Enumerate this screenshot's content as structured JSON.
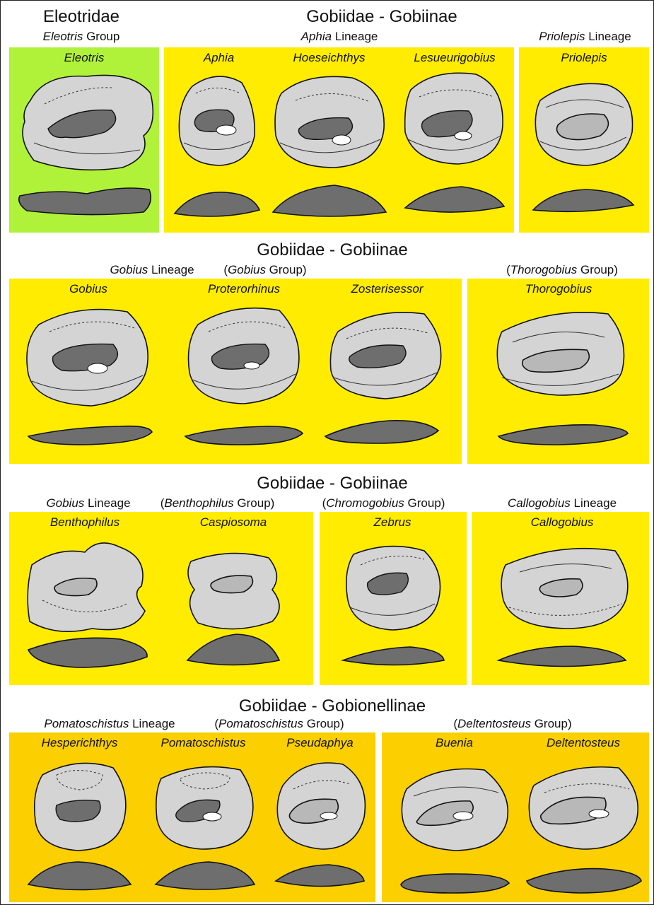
{
  "colors": {
    "green_panel": "#b0f23a",
    "yellow_panel": "#ffec00",
    "orange_panel": "#fbcf00",
    "otolith_face": "#d4d4d4",
    "sulcus_dark": "#6e6e6e",
    "sulcus_light": "#b8b8b8",
    "outline": "#111111"
  },
  "sections": {
    "s1": {
      "left_title": "Eleotridae",
      "left_group": {
        "italic": "Eleotris",
        "rest": " Group"
      },
      "title": "Gobiidae - Gobiinae",
      "aphia_lineage": {
        "italic": "Aphia",
        "rest": " Lineage"
      },
      "priolepis_lineage": {
        "italic": "Priolepis",
        "rest": " Lineage"
      }
    },
    "s2": {
      "title": "Gobiidae - Gobiinae",
      "gobius_lineage": {
        "italic": "Gobius",
        "rest": " Lineage"
      },
      "gobius_group": {
        "pre": "(",
        "italic": "Gobius",
        "rest": " Group)"
      },
      "thorogobius_group": {
        "pre": "(",
        "italic": "Thorogobius",
        "rest": " Group)"
      }
    },
    "s3": {
      "title": "Gobiidae - Gobiinae",
      "gobius_lineage": {
        "italic": "Gobius",
        "rest": " Lineage"
      },
      "benthophilus_group": {
        "pre": "(",
        "italic": "Benthophilus",
        "rest": " Group)"
      },
      "chromogobius_group": {
        "pre": "(",
        "italic": "Chromogobius",
        "rest": " Group)"
      },
      "callogobius_lineage": {
        "italic": "Callogobius",
        "rest": " Lineage"
      }
    },
    "s4": {
      "title": "Gobiidae - Gobionellinae",
      "pomatoschistus_lineage": {
        "italic": "Pomatoschistus",
        "rest": " Lineage"
      },
      "pomatoschistus_group": {
        "pre": "(",
        "italic": "Pomatoschistus",
        "rest": " Group)"
      },
      "deltentosteus_group": {
        "pre": "(",
        "italic": "Deltentosteus",
        "rest": " Group)"
      }
    }
  },
  "genera": {
    "eleotris": "Eleotris",
    "aphia": "Aphia",
    "hoeseichthys": "Hoeseichthys",
    "lesueurigobius": "Lesueurigobius",
    "priolepis": "Priolepis",
    "gobius": "Gobius",
    "proterorhinus": "Proterorhinus",
    "zosterisessor": "Zosterisessor",
    "thorogobius": "Thorogobius",
    "benthophilus": "Benthophilus",
    "caspiosoma": "Caspiosoma",
    "zebrus": "Zebrus",
    "callogobius": "Callogobius",
    "hesperichthys": "Hesperichthys",
    "pomatoschistus": "Pomatoschistus",
    "pseudaphya": "Pseudaphya",
    "buenia": "Buenia",
    "deltentosteus": "Deltentosteus"
  }
}
